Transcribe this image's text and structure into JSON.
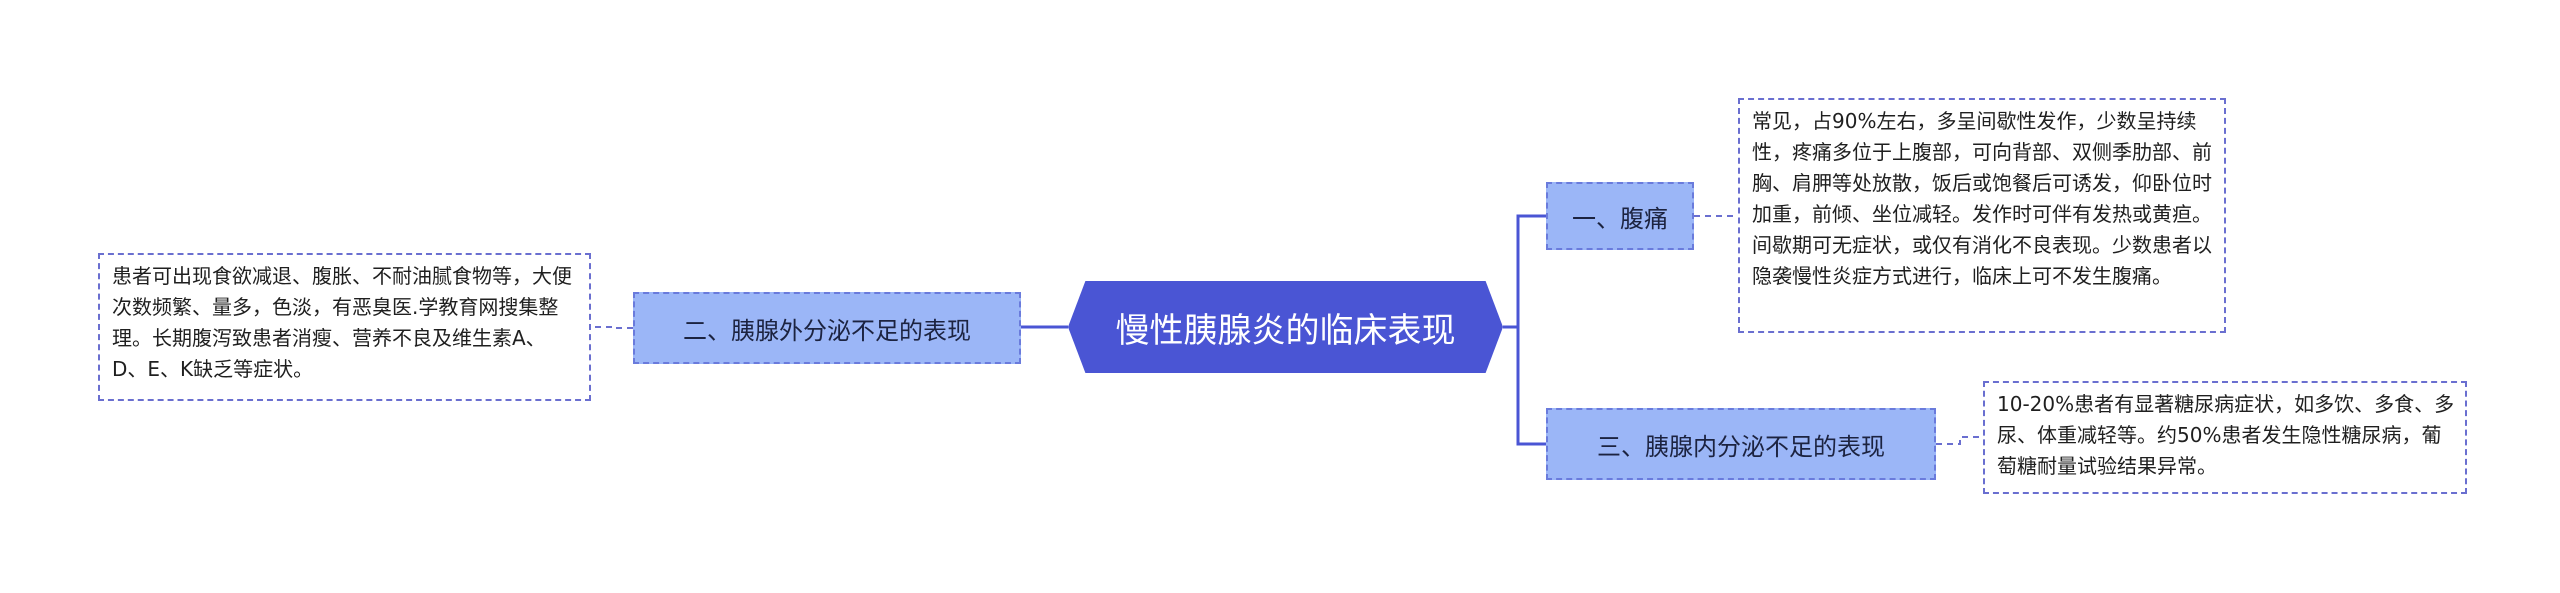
{
  "mindmap": {
    "central": "慢性胰腺炎的临床表现",
    "branches": [
      {
        "label": "一、腹痛",
        "detail": "常见，占90%左右，多呈间歇性发作，少数呈持续性，疼痛多位于上腹部，可向背部、双侧季肋部、前胸、肩胛等处放散，饭后或饱餐后可诱发，仰卧位时加重，前倾、坐位减轻。发作时可伴有发热或黄疸。间歇期可无症状，或仅有消化不良表现。少数患者以隐袭慢性炎症方式进行，临床上可不发生腹痛。"
      },
      {
        "label": "二、胰腺外分泌不足的表现",
        "detail": "患者可出现食欲减退、腹胀、不耐油腻食物等，大便次数频繁、量多，色淡，有恶臭医.学教育网搜集整理。长期腹泻致患者消瘦、营养不良及维生素A、D、E、K缺乏等症状。"
      },
      {
        "label": "三、胰腺内分泌不足的表现",
        "detail": "10-20%患者有显著糖尿病症状，如多饮、多食、多尿、体重减轻等。约50%患者发生隐性糖尿病，葡萄糖耐量试验结果异常。"
      }
    ]
  },
  "colors": {
    "central_fill": "#4a55d4",
    "branch_fill": "#9bb6f7",
    "branch_border": "#6a7bdc",
    "connector": "#4a55d4",
    "leaf_border": "#6a6fd0"
  }
}
